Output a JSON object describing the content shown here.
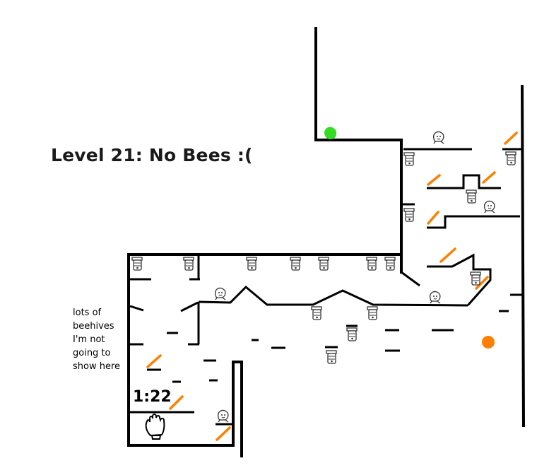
{
  "level": {
    "title": "Level 21: No Bees :("
  },
  "note": {
    "lines": [
      "lots of",
      "beehives",
      "I'm not",
      "going to",
      "show here"
    ]
  },
  "timer": {
    "value": "1:22"
  },
  "icons": {
    "goal": "green-blob-icon",
    "player": "orange-ball-icon",
    "hive": "beehive-icon",
    "creature": "bee-face-icon",
    "spike": "orange-spike-icon",
    "hand": "glove-hand-icon"
  },
  "colors": {
    "wall": "#000000",
    "goal": "#33dd22",
    "player": "#ff7f00",
    "spike": "#ff7f00",
    "background": "#ffffff"
  }
}
